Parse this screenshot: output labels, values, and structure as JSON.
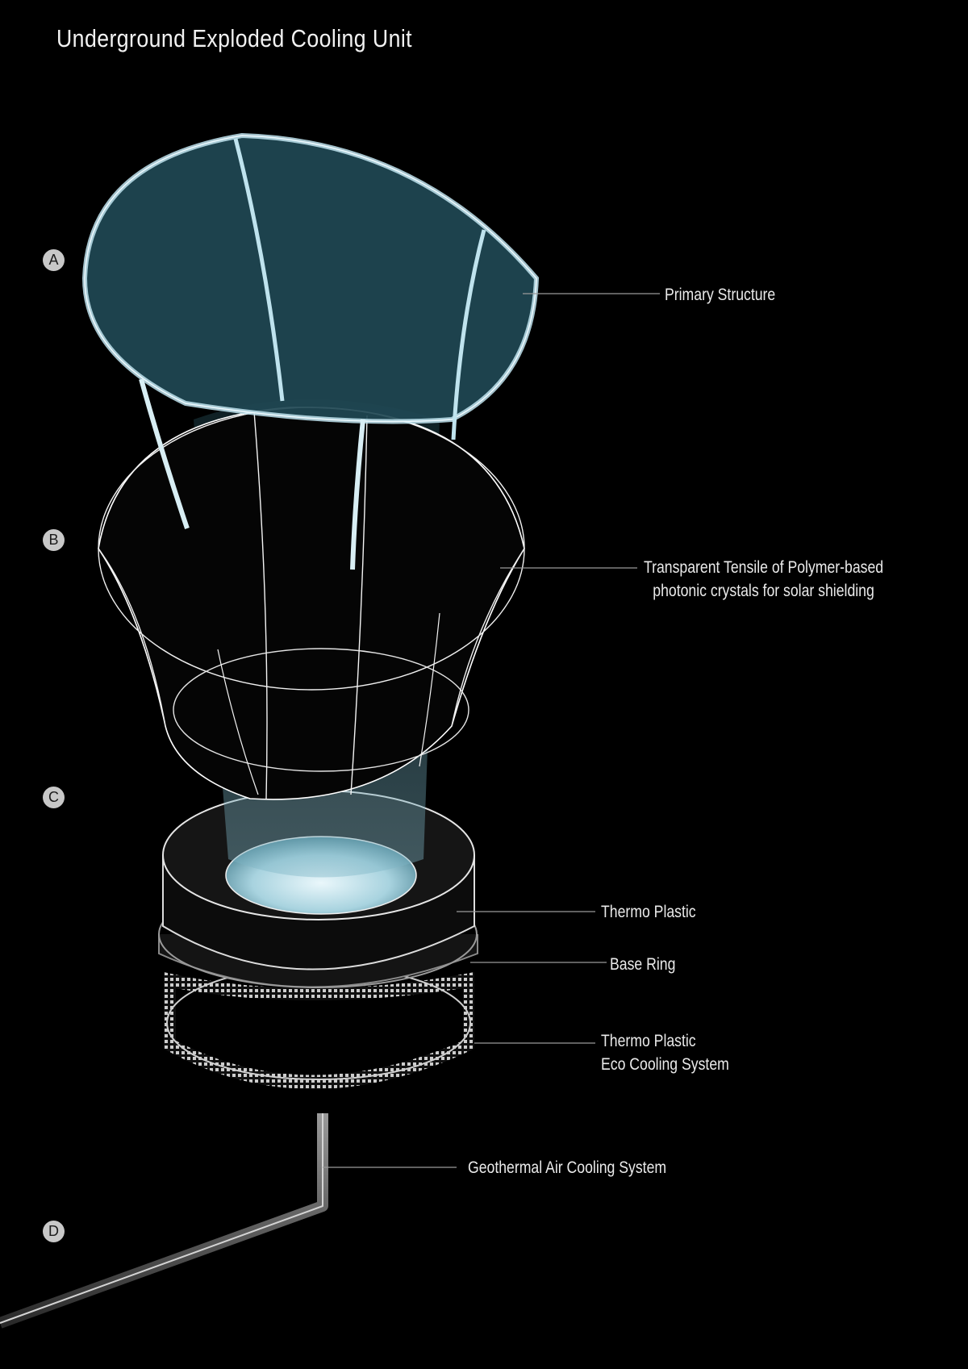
{
  "title": "Underground Exploded Cooling Unit",
  "markers": [
    "A",
    "B",
    "C",
    "D"
  ],
  "labels": {
    "primary_structure": "Primary Structure",
    "tensile_line1": "Transparent Tensile of Polymer-based",
    "tensile_line2": "photonic crystals for solar shielding",
    "thermo_plastic": "Thermo Plastic",
    "base_ring": "Base Ring",
    "eco_line1": "Thermo Plastic",
    "eco_line2": "Eco Cooling System",
    "geothermal": "Geothermal Air Cooling System"
  },
  "colors": {
    "background": "#000000",
    "glass_fill": "#1e4a57",
    "glass_stroke": "#bfe3ee",
    "wire": "#ffffff",
    "leader": "#9a9a9a"
  }
}
